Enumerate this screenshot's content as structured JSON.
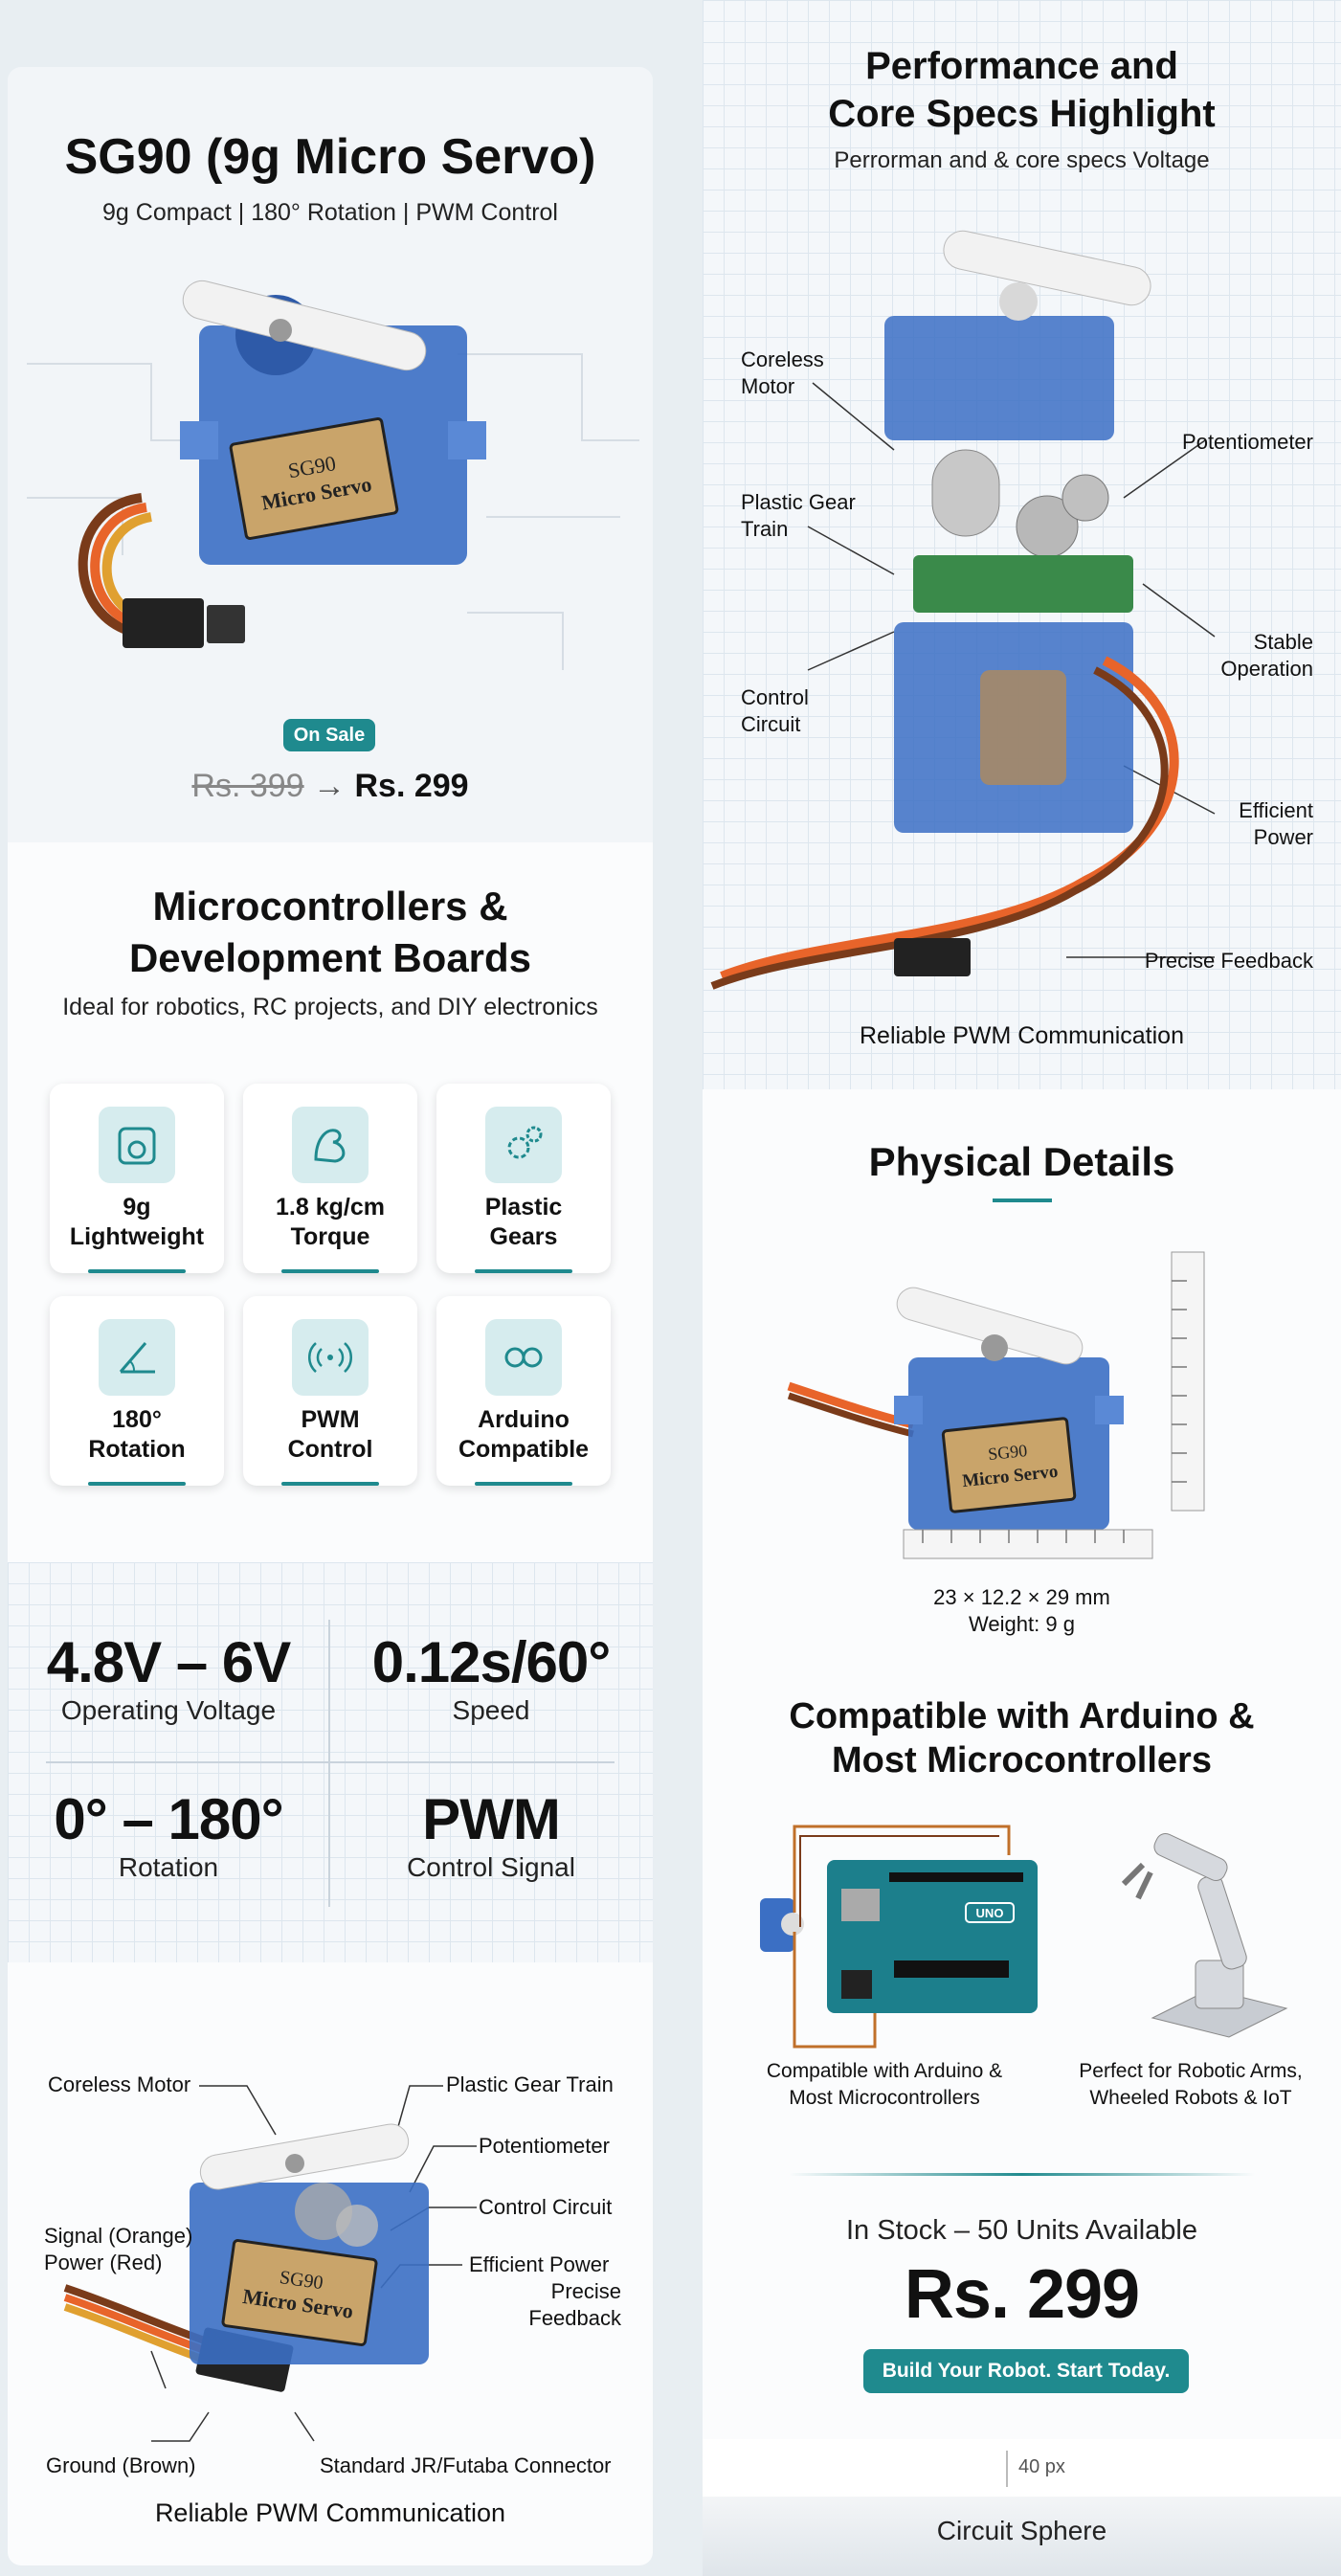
{
  "hero": {
    "title": "SG90 (9g Micro Servo)",
    "subtitle": "9g Compact | 180° Rotation | PWM Control",
    "badge": "On Sale",
    "old_price": "Rs. 399",
    "arrow": "→",
    "new_price": "Rs. 299",
    "label_line1": "SG90",
    "label_line2": "Micro Servo"
  },
  "boards": {
    "title_line1": "Microcontrollers &",
    "title_line2": "Development Boards",
    "subtitle": "Ideal for robotics, RC projects, and DIY electronics",
    "features": [
      {
        "line1": "9g",
        "line2": "Lightweight",
        "icon": "scale-icon"
      },
      {
        "line1": "1.8 kg/cm",
        "line2": "Torque",
        "icon": "muscle-icon"
      },
      {
        "line1": "Plastic",
        "line2": "Gears",
        "icon": "gears-icon"
      },
      {
        "line1": "180°",
        "line2": "Rotation",
        "icon": "angle-icon"
      },
      {
        "line1": "PWM",
        "line2": "Control",
        "icon": "signal-icon"
      },
      {
        "line1": "Arduino",
        "line2": "Compatible",
        "icon": "infinity-icon"
      }
    ]
  },
  "stats": [
    {
      "value": "4.8V – 6V",
      "label": "Operating Voltage"
    },
    {
      "value": "0.12s/60°",
      "label": "Speed"
    },
    {
      "value": "0° – 180°",
      "label": "Rotation"
    },
    {
      "value": "PWM",
      "label": "Control Signal"
    }
  ],
  "diagram": {
    "callouts": [
      "Coreless Motor",
      "Plastic Gear Train",
      "Potentiometer",
      "Control Circuit",
      "Signal (Orange)",
      "Power (Red)",
      "Efficient Power",
      "Precise",
      "Feedback",
      "Ground (Brown)",
      "Standard JR/Futaba Connector"
    ],
    "footer": "Reliable PWM Communication"
  },
  "performance": {
    "title_line1": "Performance and",
    "title_line2": "Core Specs Highlight",
    "subtitle": "Perrorman and & core specs Voltage",
    "callouts": [
      "Coreless",
      "Motor",
      "Potentiometer",
      "Plastic Gear",
      "Train",
      "Stable",
      "Operation",
      "Control",
      "Circuit",
      "Efficient",
      "Power",
      "Precise Feedback"
    ],
    "footer": "Reliable PWM Communication"
  },
  "physical": {
    "title": "Physical Details",
    "dimensions": "23 × 12.2 × 29 mm",
    "weight": "Weight: 9 g"
  },
  "compat": {
    "title_line1": "Compatible with Arduino &",
    "title_line2": "Most Microcontrollers",
    "left_caption_1": "Compatible with Arduino &",
    "left_caption_2": "Most Microcontrollers",
    "right_caption_1": "Perfect for Robotic Arms,",
    "right_caption_2": "Wheeled Robots & IoT",
    "board_label": "UNO"
  },
  "purchase": {
    "stock": "In Stock – 50 Units Available",
    "price": "Rs. 299",
    "cta": "Build Your Robot. Start Today.",
    "spacer": "40 px",
    "brand": "Circuit Sphere"
  },
  "colors": {
    "accent": "#1f8a8e",
    "servo_blue": "#3b6fc4",
    "text": "#111111"
  }
}
